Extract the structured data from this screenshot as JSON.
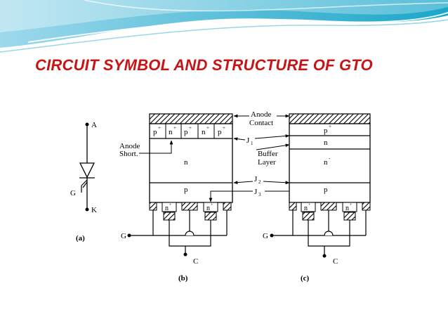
{
  "slide": {
    "title": "CIRCUIT SYMBOL AND STRUCTURE OF GTO",
    "colors": {
      "title": "#c81414",
      "wave_dark": "#1aa6c8",
      "wave_light": "#aee0ef",
      "diagram_ink": "#000000"
    }
  },
  "figure": {
    "symbol": {
      "anode": "A",
      "gate": "G",
      "cathode": "K",
      "caption": "(a)"
    },
    "structure_b": {
      "layers": [
        "n",
        "p"
      ],
      "anode_segments": [
        "p",
        "n",
        "p",
        "n",
        "p"
      ],
      "segment_sup": "+",
      "anode_short_label": [
        "Anode",
        "Short."
      ],
      "cathode_region": "n",
      "cathode_sup": "+",
      "gate": "G",
      "cathode": "C",
      "caption": "(b)"
    },
    "callouts": {
      "anode_contact": [
        "Anode",
        "Contact"
      ],
      "j1": "J",
      "j1_sub": "1",
      "buffer_layer": [
        "Buffer",
        "Layer"
      ],
      "j2": "J",
      "j2_sub": "2",
      "j3": "J",
      "j3_sub": "3"
    },
    "structure_c": {
      "layers": [
        "p",
        "n",
        "n",
        "p"
      ],
      "layer_sups": [
        "+",
        "",
        "-",
        ""
      ],
      "cathode_region": "n",
      "cathode_sup": "+",
      "gate": "G",
      "cathode": "C",
      "caption": "(c)"
    }
  }
}
